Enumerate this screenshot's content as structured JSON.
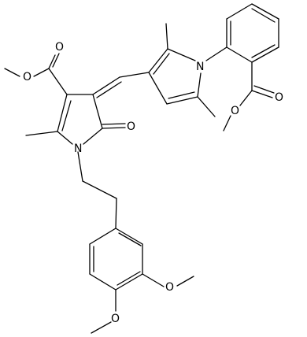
{
  "structure": {
    "atoms": {
      "o_ester_left_carbonyl": "O",
      "o_ester_left_ether": "O",
      "o_lactam": "O",
      "n_pyrrolinone": "N",
      "n_pyrrole": "N",
      "o_benzoate_carbonyl": "O",
      "o_benzoate_ether": "O",
      "o_methoxy_3": "O",
      "o_methoxy_4": "O"
    }
  },
  "colors": {
    "bond": "#000000",
    "label": "#000000",
    "background": "#ffffff"
  }
}
